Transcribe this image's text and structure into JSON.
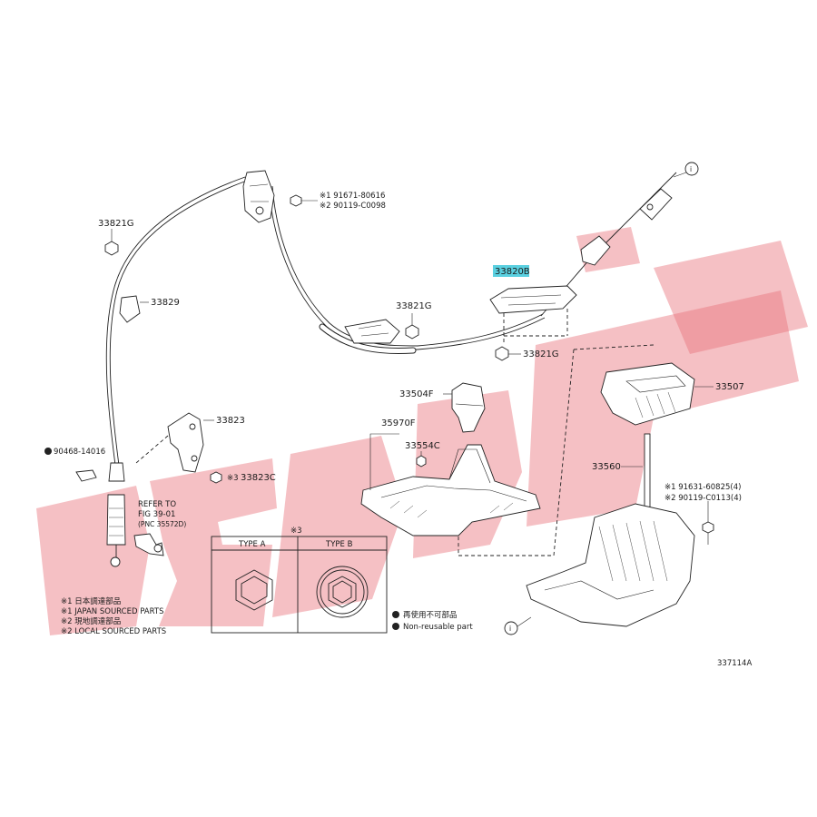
{
  "parts": {
    "p33821g_top": "33821G",
    "p33829": "33829",
    "p33821g_mid": "33821G",
    "p33821g_low": "33821G",
    "p33820b": "33820B",
    "p33507": "33507",
    "p33504f": "33504F",
    "p35970f": "35970F",
    "p33554c": "33554C",
    "p33823": "33823",
    "p33823c": "33823C",
    "p90468": "90468-14016",
    "p33560": "33560"
  },
  "bolt_top": {
    "line1": "※1 91671-80616",
    "line2": "※2 90119-C0098"
  },
  "bolt_right": {
    "line1": "※1 91631-60825(4)",
    "line2": "※2 90119-C0113(4)"
  },
  "mark3": "※3",
  "refer": {
    "line1": "REFER TO",
    "line2": "FIG 39-01",
    "line3": "(PNC 35572D)"
  },
  "type_box": {
    "mark": "※3",
    "type_a": "TYPE A",
    "type_b": "TYPE B"
  },
  "notes": {
    "n1": "※1 日本調達部品",
    "n2": "※1 JAPAN SOURCED PARTS",
    "n3": "※2 現地調達部品",
    "n4": "※2 LOCAL SOURCED PARTS"
  },
  "nonreusable": {
    "jp": "再使用不可部品",
    "en": "Non-reusable part"
  },
  "callout": "i",
  "figure_code": "337114A",
  "colors": {
    "highlight": "#5ad0e0",
    "watermark": "#e8737c"
  }
}
